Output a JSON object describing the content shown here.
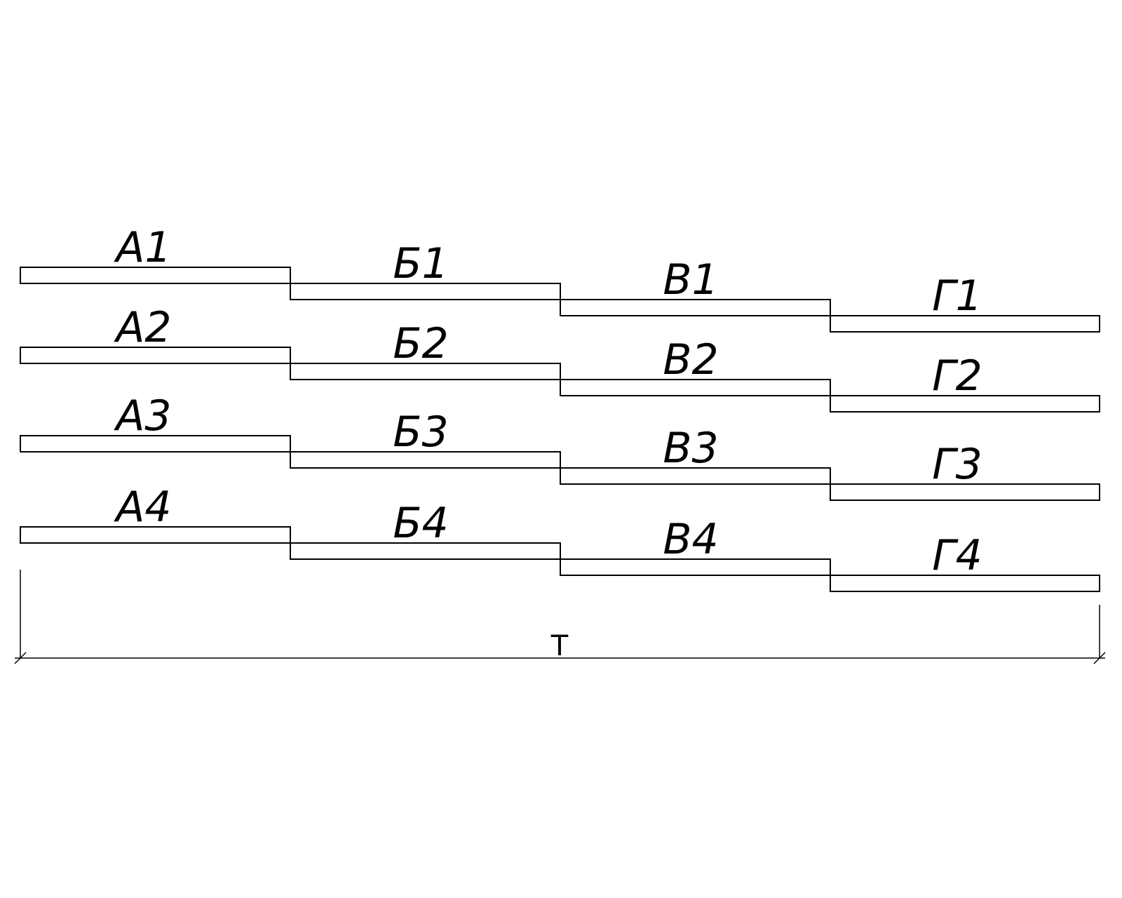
{
  "diagram": {
    "rows": [
      {
        "labels": [
          "А1",
          "Б1",
          "В1",
          "Г1"
        ]
      },
      {
        "labels": [
          "А2",
          "Б2",
          "В2",
          "Г2"
        ]
      },
      {
        "labels": [
          "А3",
          "Б3",
          "В3",
          "Г3"
        ]
      },
      {
        "labels": [
          "А4",
          "Б4",
          "В4",
          "Г4"
        ]
      }
    ],
    "dimension_label": "T"
  }
}
